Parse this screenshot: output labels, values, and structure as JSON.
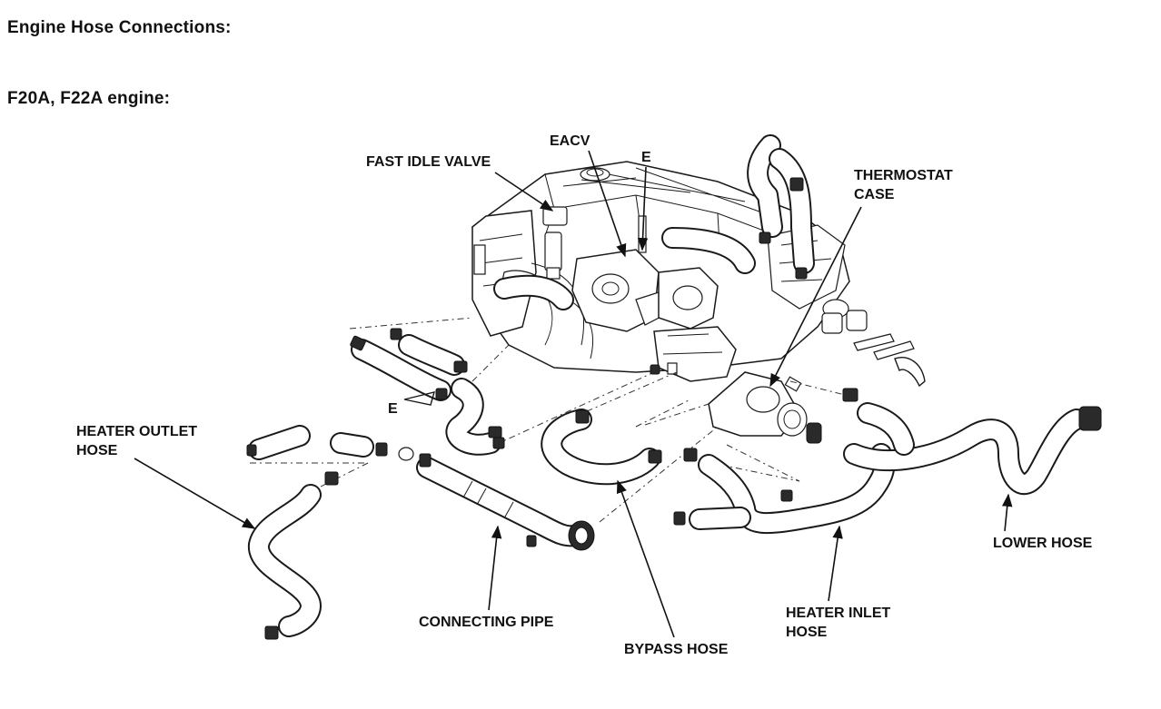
{
  "headings": {
    "section": "Engine Hose Connections:",
    "engine": "F20A, F22A engine:"
  },
  "labels": {
    "fast_idle_valve": "FAST IDLE VALVE",
    "eacv": "EACV",
    "e_top": "E",
    "thermostat_line1": "THERMOSTAT",
    "thermostat_line2": "CASE",
    "heater_outlet_line1": "HEATER OUTLET",
    "heater_outlet_line2": "HOSE",
    "e_left": "E",
    "connecting_pipe": "CONNECTING PIPE",
    "bypass_hose": "BYPASS HOSE",
    "heater_inlet_line1": "HEATER INLET",
    "heater_inlet_line2": "HOSE",
    "lower_hose": "LOWER HOSE"
  }
}
